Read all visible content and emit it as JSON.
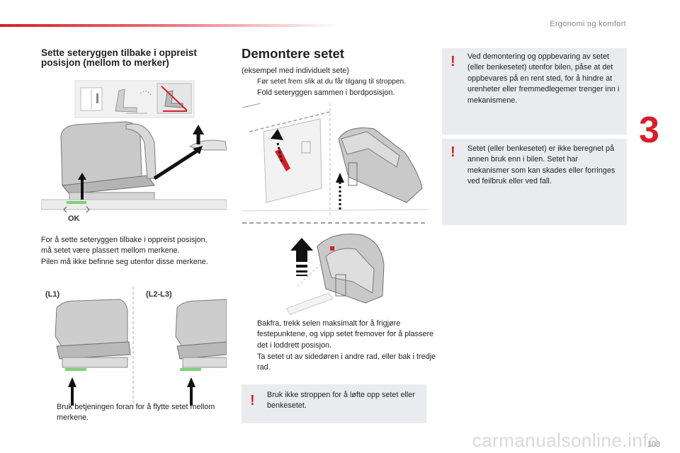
{
  "header": {
    "section_title": "Ergonomi og komfort",
    "chapter_number": "3"
  },
  "left": {
    "heading": "Sette seteryggen tilbake i oppreist posisjon (mellom to merker)",
    "ok_label": "OK",
    "para_lines": [
      "For å sette seteryggen tilbake i oppreist posisjon,",
      "må setet være plassert mellom merkene.",
      "Pilen må ikke befinne seg utenfor disse merkene."
    ],
    "l1_label": "(L1)",
    "l23_label": "(L2-L3)",
    "bullet": "Bruk betjeningen foran for å flytte setet mellom merkene."
  },
  "middle": {
    "title": "Demontere setet",
    "intro": "(eksempel med individuelt sete)",
    "bullets_top": [
      "Før setet frem slik at du får tilgang til stroppen.",
      "Fold seteryggen sammen i bordposisjon."
    ],
    "bullets_bottom": [
      "Bakfra, trekk selen maksimalt for å frigjøre festepunktene, og vipp setet fremover for å plassere det i loddrett posisjon.",
      "Ta setet ut av sidedøren i andre rad, eller bak i tredje rad."
    ],
    "note": "Bruk ikke stroppen for å løfte opp setet eller benkesetet."
  },
  "right": {
    "note1": "Ved demontering og oppbevaring av setet (eller benkesetet) utenfor bilen, påse at det oppbevares på en rent sted, for å hindre at urenheter eller fremmedlegemer trenger inn i mekanismene.",
    "note2": "Setet (eller benkesetet) er ikke beregnet på annen bruk enn i bilen. Setet har mekanismer som kan skades eller forringes ved feilbruk eller ved fall."
  },
  "bullet_marker": "",
  "warning_symbol": "!",
  "footer": {
    "page_number": "103",
    "watermark": "carmanualsonline.info"
  },
  "colors": {
    "accent_red": "#d4202a",
    "note_bg": "#e9ebee",
    "mark_green": "#7ed07a"
  }
}
